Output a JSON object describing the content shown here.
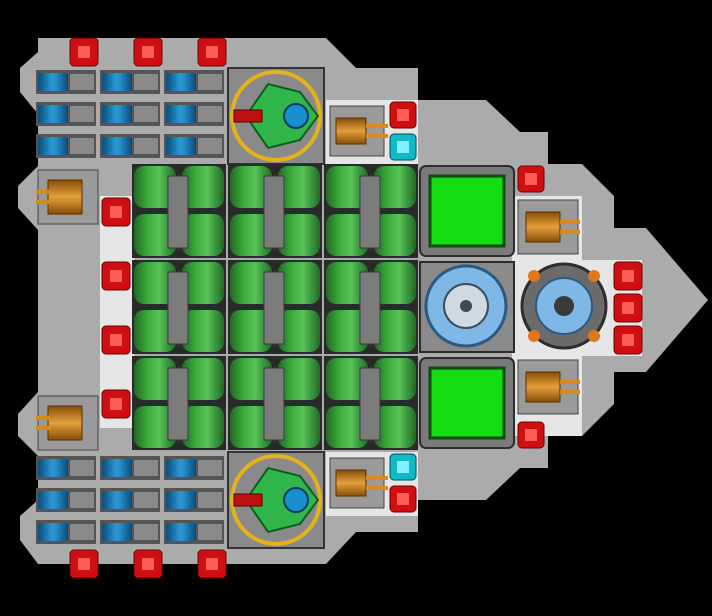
{
  "view": {
    "type": "ship-design-top-down",
    "background": "#000000"
  },
  "colors": {
    "hull": "#ababab",
    "hull_light": "#e6e6e6",
    "hull_edge": "#8f8f8f",
    "armor_green": "#3fae3f",
    "armor_green_dark": "#1f6a22",
    "conduit_gray": "#7c7c7c",
    "reactor_screen": "#11dd11",
    "connector_red": "#d01010",
    "connector_cyan": "#10b8c8",
    "thruster_blue": "#2c9bd8",
    "turret_gold": "#d88a1a",
    "shield_blue": "#7fb8e6",
    "command_green": "#2fb54a",
    "command_ring": "#e3b21b"
  },
  "legend": {
    "hull": "hull-plate",
    "armor": "green-armor-block",
    "thruster": "thruster",
    "turret": "turret",
    "connector": "connector",
    "command": "command-module",
    "reactor": "reactor-screen",
    "shield": "shield-generator",
    "engine": "engine-core"
  }
}
